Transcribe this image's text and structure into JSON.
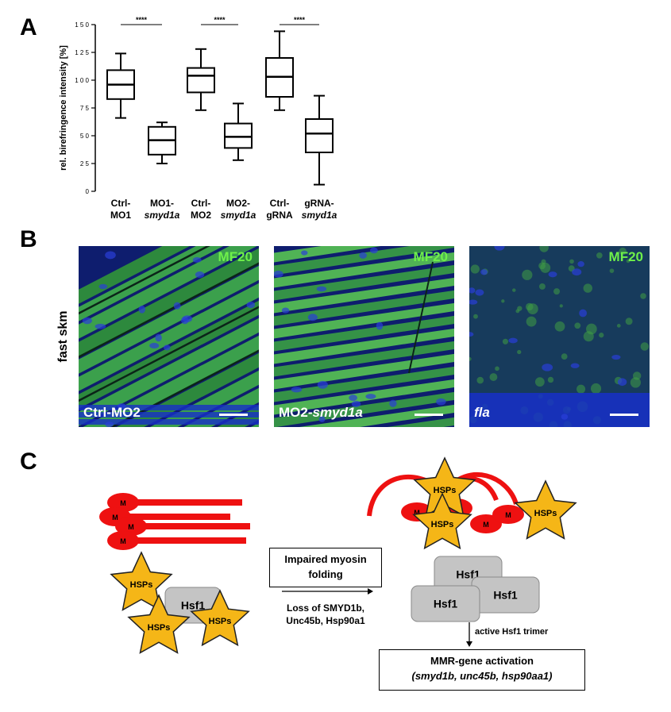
{
  "panels": {
    "a": "A",
    "b": "B",
    "c": "C"
  },
  "chart_data": {
    "type": "boxplot",
    "ylabel": "rel. birefringence intensity [%]",
    "ylim": [
      0,
      150
    ],
    "yticks": [
      0,
      25,
      50,
      75,
      100,
      125,
      150
    ],
    "ytick_labels": [
      "0",
      "2 5",
      "5 0",
      "7 5",
      "1 0 0",
      "1 2 5",
      "1 5 0"
    ],
    "categories": [
      {
        "line1": "Ctrl-",
        "line2": "MO1",
        "italic2": false
      },
      {
        "line1": "MO1-",
        "line2": "smyd1a",
        "italic2": true
      },
      {
        "line1": "Ctrl-",
        "line2": "MO2",
        "italic2": false
      },
      {
        "line1": "MO2-",
        "line2": "smyd1a",
        "italic2": true
      },
      {
        "line1": "Ctrl-",
        "line2": "gRNA",
        "italic2": false
      },
      {
        "line1": "gRNA-",
        "line2": "smyd1a",
        "italic2": true
      }
    ],
    "boxes": [
      {
        "min": 66,
        "q1": 83,
        "median": 96,
        "q3": 109,
        "max": 124
      },
      {
        "min": 25,
        "q1": 33,
        "median": 46,
        "q3": 58,
        "max": 62
      },
      {
        "min": 73,
        "q1": 89,
        "median": 104,
        "q3": 111,
        "max": 128
      },
      {
        "min": 28,
        "q1": 39,
        "median": 49,
        "q3": 61,
        "max": 79
      },
      {
        "min": 73,
        "q1": 85,
        "median": 103,
        "q3": 120,
        "max": 144
      },
      {
        "min": 6,
        "q1": 35,
        "median": 52,
        "q3": 65,
        "max": 86
      }
    ],
    "significance": [
      {
        "from": 0,
        "to": 1,
        "label": "****"
      },
      {
        "from": 2,
        "to": 3,
        "label": "****"
      },
      {
        "from": 4,
        "to": 5,
        "label": "****"
      }
    ]
  },
  "microscopy": {
    "row_label": "fast skm",
    "images": [
      {
        "stain": "MF20",
        "label": "Ctrl-MO2",
        "label_italic": ""
      },
      {
        "stain": "MF20",
        "label": "MO2-",
        "label_italic": "smyd1a"
      },
      {
        "stain": "MF20",
        "label": "",
        "label_italic": "fla"
      }
    ]
  },
  "diagram": {
    "myosin_head": "M",
    "hsp_label": "HSPs",
    "hsf1_label": "Hsf1",
    "impaired_box": {
      "line1": "Impaired myosin",
      "line2": "folding"
    },
    "loss_text": {
      "line1": "Loss of SMYD1b,",
      "line2": "Unc45b, Hsp90a1"
    },
    "trimer_text": "active Hsf1 trimer",
    "mmr_box": {
      "line1": "MMR-gene activation",
      "line2": "(smyd1b, unc45b, hsp90aa1)"
    },
    "colors": {
      "myosin": "#ee1111",
      "star": "#f5b617",
      "hsf1": "#c4c4c4"
    }
  }
}
